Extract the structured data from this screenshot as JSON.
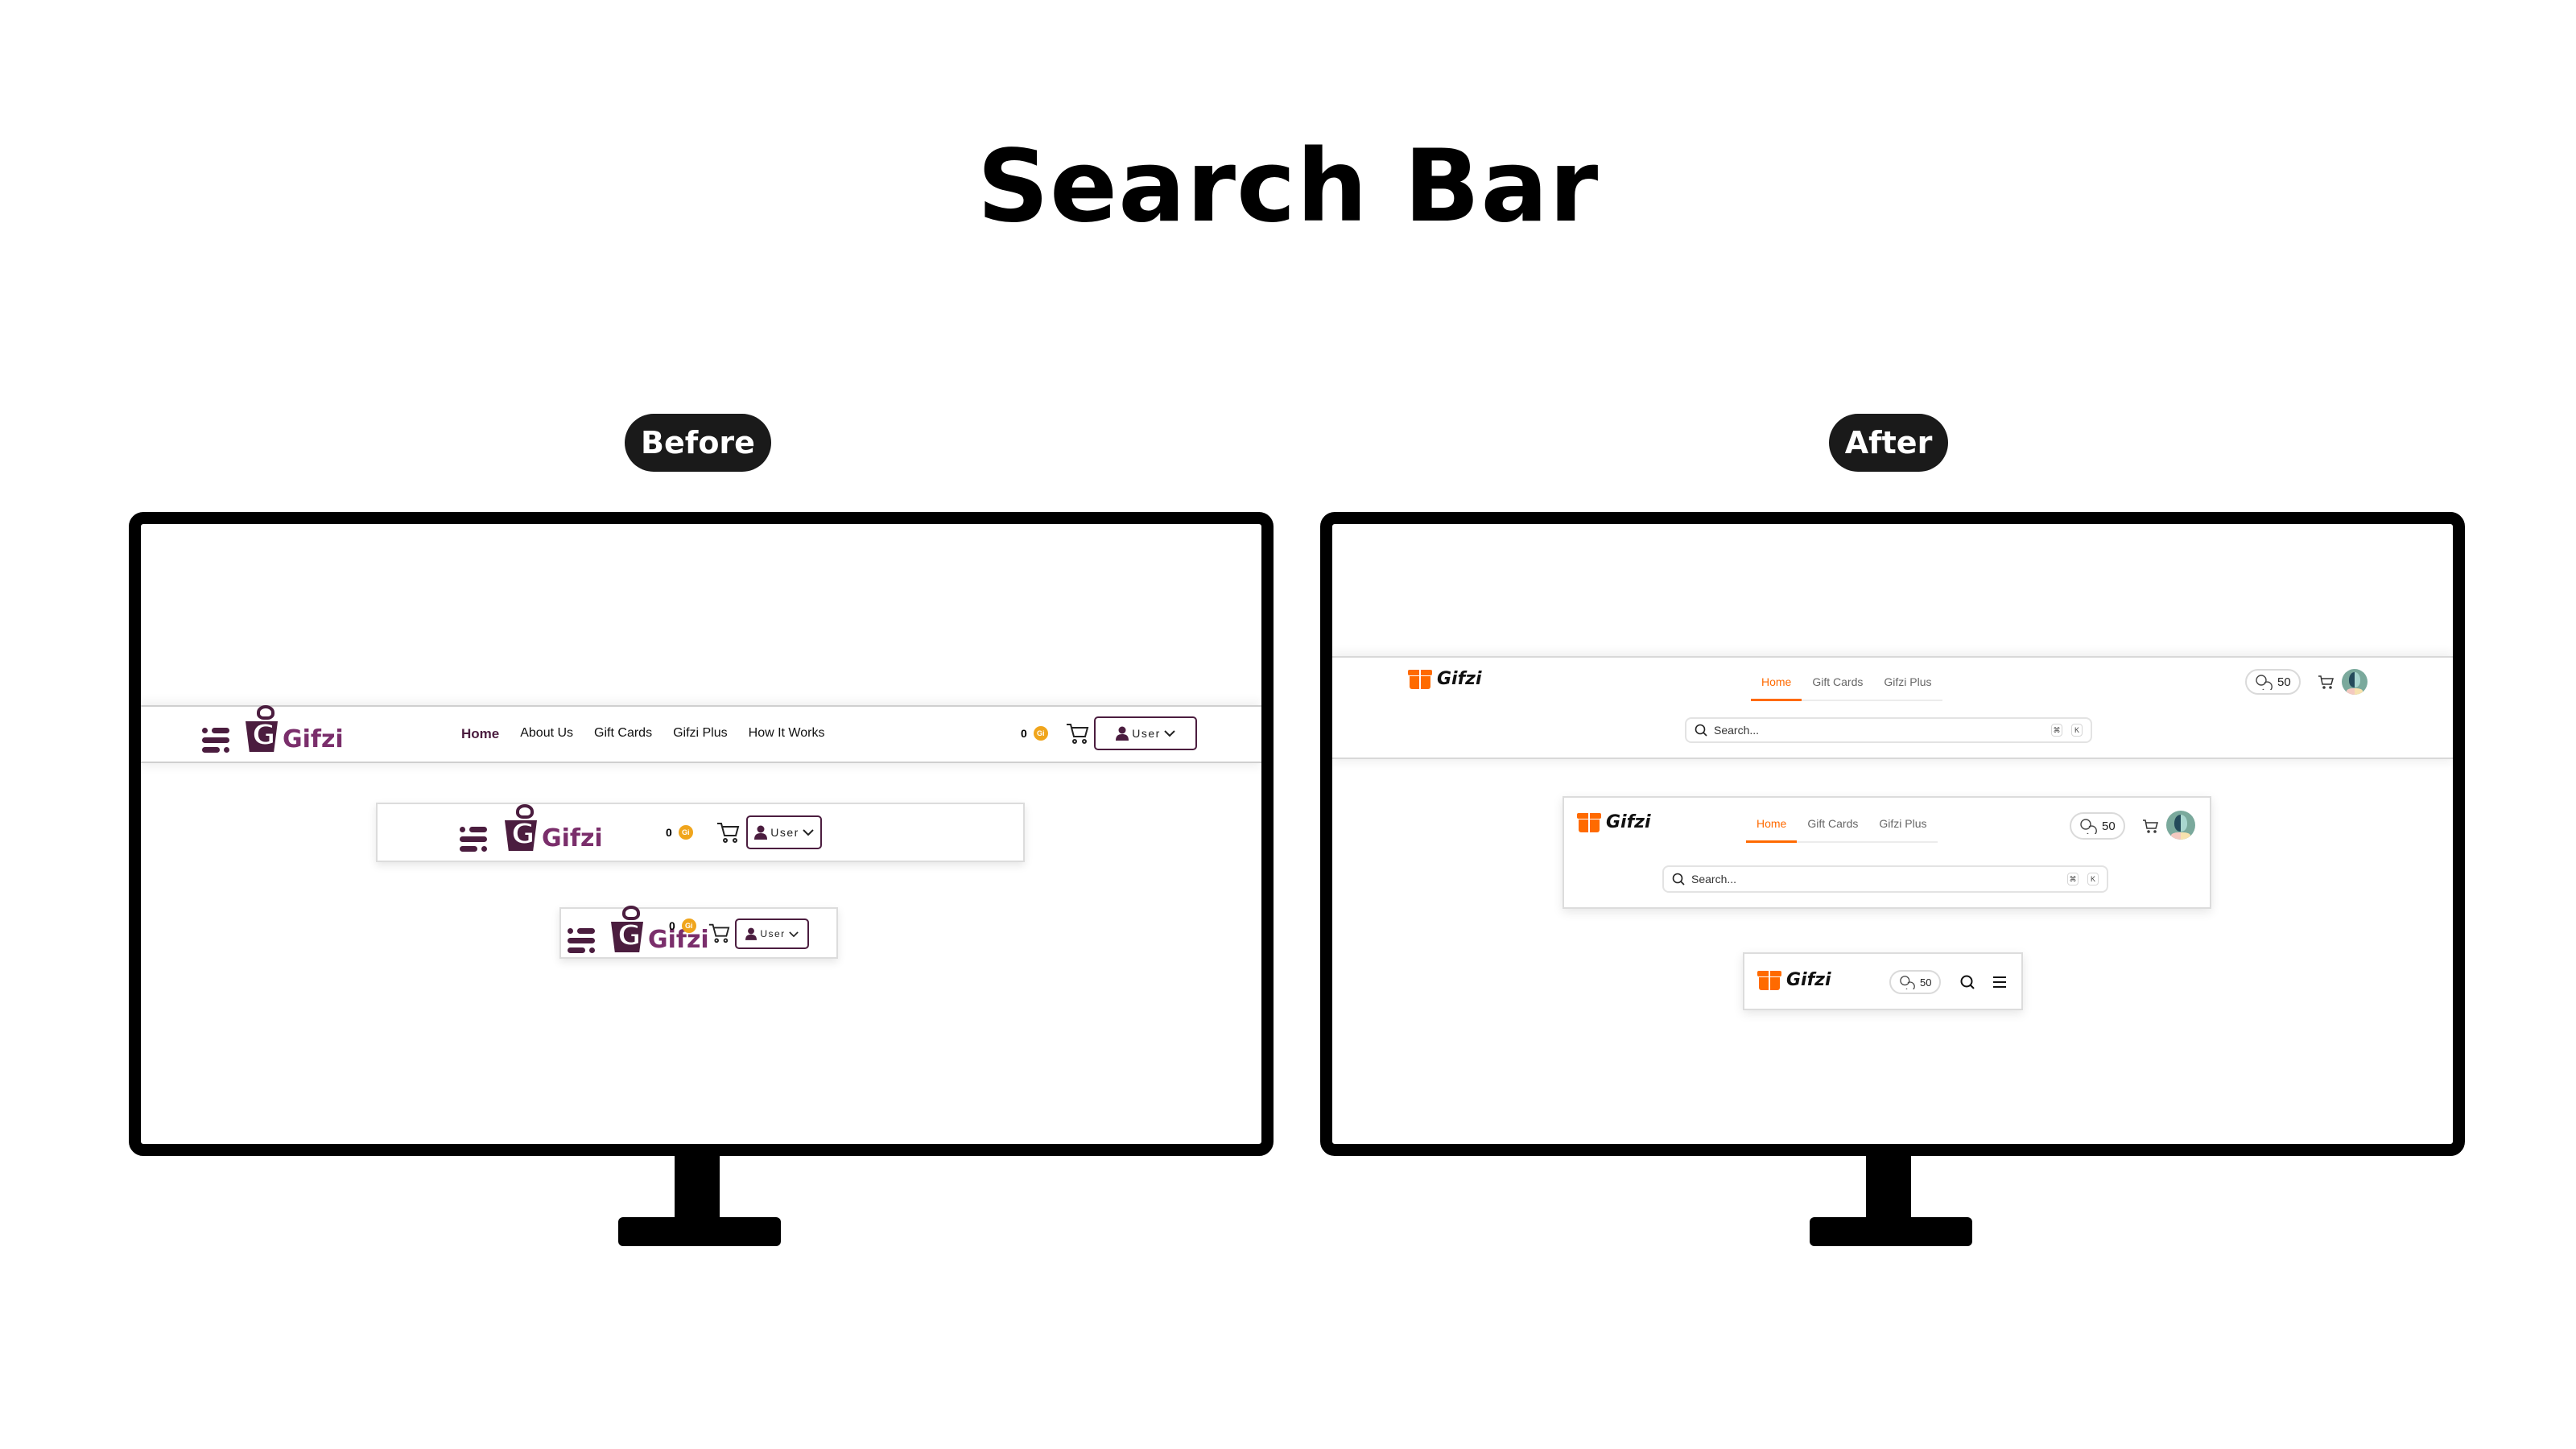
{
  "page_title": "Search Bar",
  "labels": {
    "before": "Before",
    "after": "After"
  },
  "colors": {
    "before_brand": "#4b1d3f",
    "before_logo_text": "#7a2e6b",
    "coin": "#f0a51c",
    "after_accent": "#ff6a00",
    "pill_bg": "#1a1a1a"
  },
  "before": {
    "brand": "Gifzi",
    "nav": [
      "Home",
      "About Us",
      "Gift Cards",
      "Gifzi Plus",
      "How It Works"
    ],
    "active_nav": "Home",
    "coin_count": "0",
    "coin_badge": "Gi",
    "user_label": "User",
    "icons": [
      "menu-icon",
      "cart-icon",
      "user-icon",
      "chevron-down-icon"
    ]
  },
  "after": {
    "brand": "Gifzi",
    "tabs": [
      "Home",
      "Gift Cards",
      "Gifzi Plus"
    ],
    "active_tab": "Home",
    "search_placeholder": "Search...",
    "shortcut_keys": [
      "⌘",
      "K"
    ],
    "points": "50",
    "icons": [
      "gift-logo-icon",
      "coins-icon",
      "cart-icon",
      "avatar",
      "search-icon",
      "hamburger-icon"
    ]
  }
}
